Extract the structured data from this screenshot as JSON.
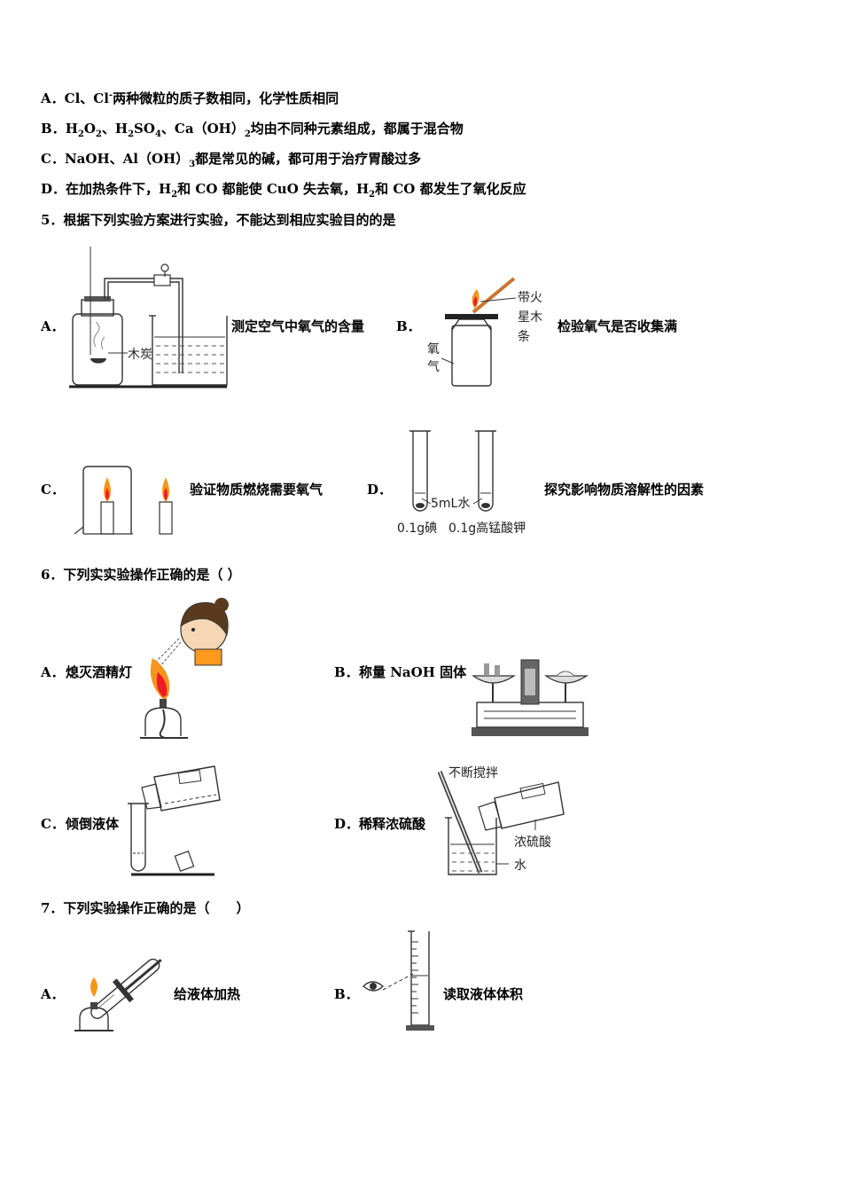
{
  "q4": {
    "A": {
      "letter": "A．",
      "f1": "Cl、Cl",
      "sup1": "-",
      "rest": "两种微粒的质子数相同，化学性质相同"
    },
    "B": {
      "letter": "B．",
      "f1": "H",
      "s1": "2",
      "f2": "O",
      "s2": "2",
      "f3": "、H",
      "s3": "2",
      "f4": "SO",
      "s4": "4",
      "f5": "、Ca（OH）",
      "s5": "2",
      "rest": "均由不同种元素组成，都属于混合物"
    },
    "C": {
      "letter": "C．",
      "f1": "NaOH、Al（OH）",
      "s1": "3",
      "rest": "都是常见的碱，都可用于治疗胃酸过多"
    },
    "D": {
      "letter": "D．",
      "t1": "在加热条件下，H",
      "s1": "2",
      "t2": "和 CO 都能使 CuO 失去氧，H",
      "s2": "2",
      "t3": "和 CO 都发生了氧化反应"
    }
  },
  "q5": {
    "stem": "5．根据下列实验方案进行实验，不能达到相应实验目的的是",
    "A": {
      "letter": "A．",
      "desc": "测定空气中氧气的含量",
      "fig_label": "木炭"
    },
    "B": {
      "letter": "B．",
      "desc": "检验氧气是否收集满",
      "fig_label_top": [
        "带火",
        "星木",
        "条"
      ],
      "fig_label_side": [
        "氧",
        "气"
      ]
    },
    "C": {
      "letter": "C．",
      "desc": "验证物质燃烧需要氧气"
    },
    "D": {
      "letter": "D．",
      "desc": "探究影响物质溶解性的因素",
      "fig_water": "5mL水",
      "fig_left": "0.1g碘",
      "fig_right": "0.1g高锰酸钾"
    }
  },
  "q6": {
    "stem": "6．下列实实验操作正确的是（ ）",
    "A": {
      "letter": "A．",
      "desc": "熄灭酒精灯"
    },
    "B": {
      "letter": "B．",
      "desc": "称量 NaOH 固体"
    },
    "C": {
      "letter": "C．",
      "desc": "倾倒液体"
    },
    "D": {
      "letter": "D．",
      "desc": "稀释浓硫酸",
      "fig_top": "不断搅拌",
      "fig_acid": "浓硫酸",
      "fig_water": "水"
    }
  },
  "q7": {
    "stem": "7．下列实验操作正确的是（　　）",
    "A": {
      "letter": "A．",
      "desc": "给液体加热"
    },
    "B": {
      "letter": "B．",
      "desc": "读取液体体积"
    }
  },
  "colors": {
    "flame_outer": "#f7941d",
    "flame_inner": "#ed1c24",
    "stick": "#c87533",
    "line": "#222222"
  }
}
